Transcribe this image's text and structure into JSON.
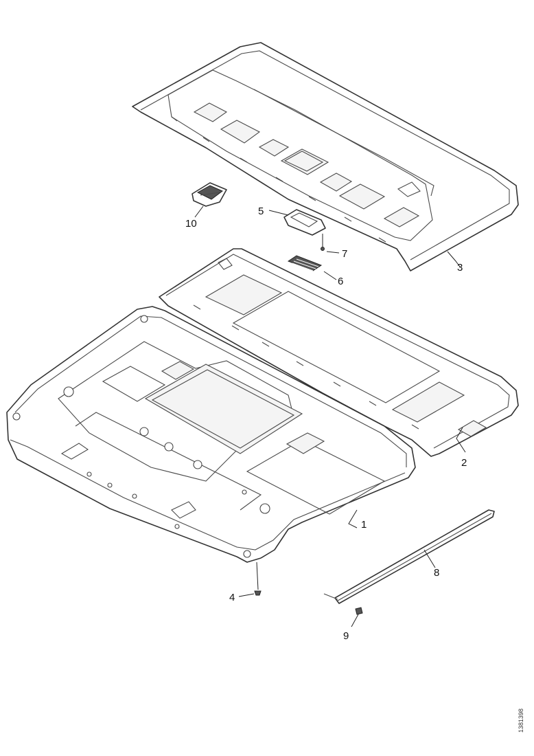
{
  "diagram": {
    "callouts": [
      {
        "id": "1",
        "label": "1"
      },
      {
        "id": "2",
        "label": "2"
      },
      {
        "id": "3",
        "label": "3"
      },
      {
        "id": "4",
        "label": "4"
      },
      {
        "id": "5",
        "label": "5"
      },
      {
        "id": "6",
        "label": "6"
      },
      {
        "id": "7",
        "label": "7"
      },
      {
        "id": "8",
        "label": "8"
      },
      {
        "id": "9",
        "label": "9"
      },
      {
        "id": "10",
        "label": "10"
      }
    ],
    "document_id": "1381398"
  },
  "colors": {
    "line": "#333333",
    "background": "#ffffff"
  }
}
